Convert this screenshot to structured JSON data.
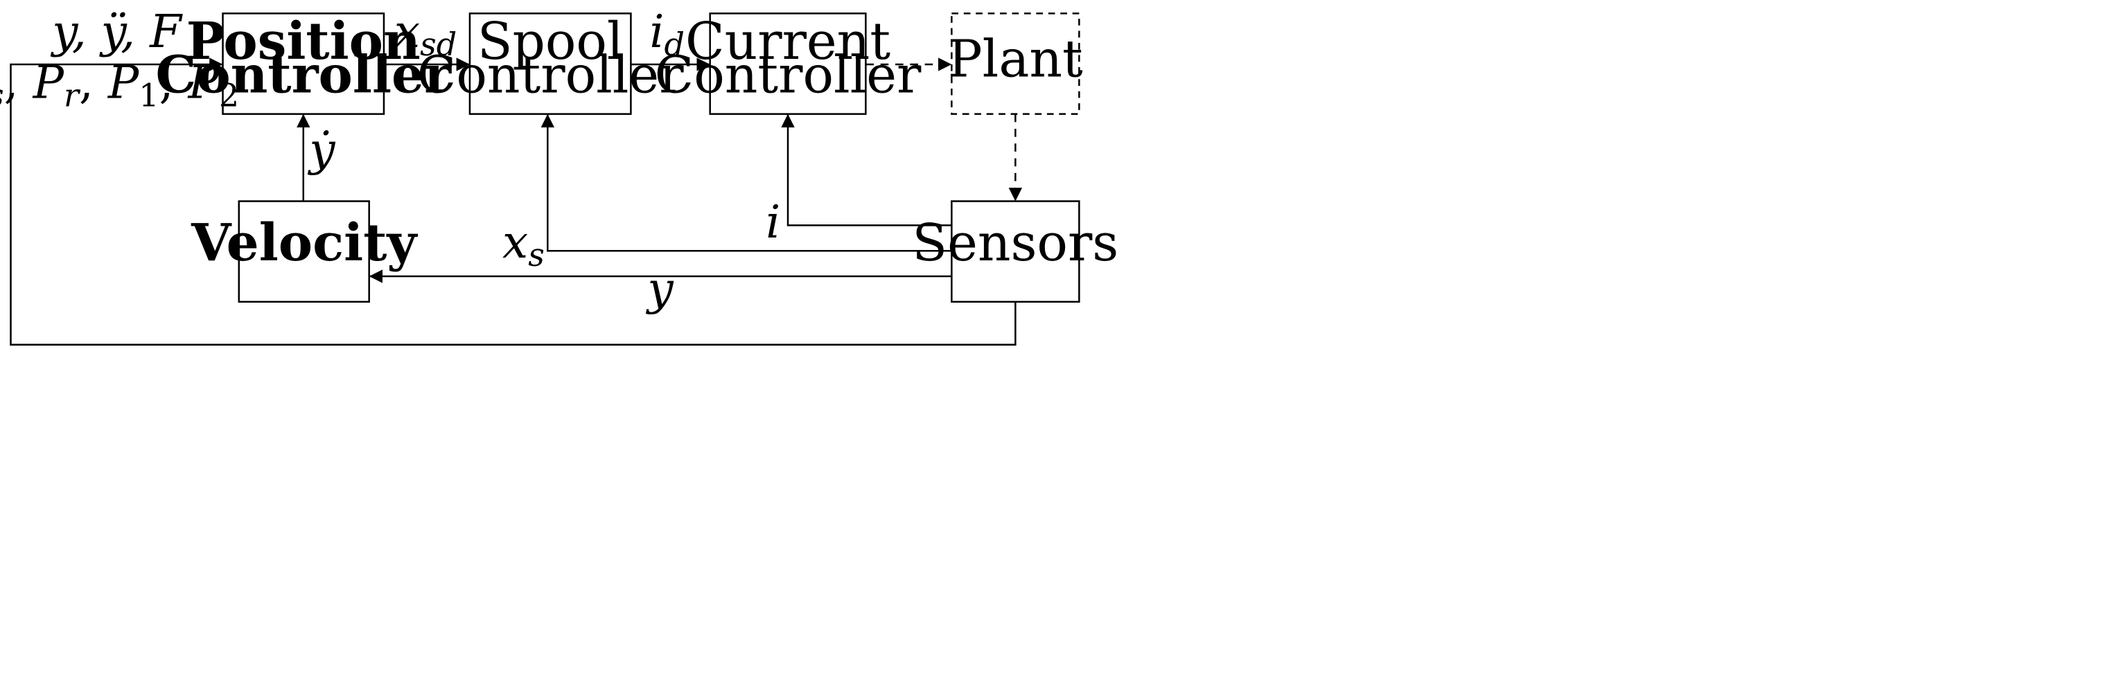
{
  "diagram": {
    "blocks": {
      "position_controller": {
        "line1": "Position",
        "line2": "Controller"
      },
      "spool_controller": {
        "line1": "Spool",
        "line2": "Controller"
      },
      "current_controller": {
        "line1": "Current",
        "line2": "Controller"
      },
      "plant": {
        "label": "Plant"
      },
      "velocity": {
        "label": "Velocity"
      },
      "sensors": {
        "label": "Sensors"
      }
    },
    "signals": {
      "position_inputs_top": "y, ÿ, F",
      "pressures": {
        "ps": {
          "base": "P",
          "sub": "s"
        },
        "pr": {
          "base": "P",
          "sub": "r"
        },
        "p1": {
          "base": "P",
          "sub": "1"
        },
        "p2": {
          "base": "P",
          "sub": "2"
        },
        "sep": ", "
      },
      "xsd": {
        "base": "x",
        "sub": "sd"
      },
      "id": {
        "base": "i",
        "sub": "d"
      },
      "ydot": "ẏ",
      "i_feedback": "i",
      "xs": {
        "base": "x",
        "sub": "s"
      },
      "y_feedback": "y"
    }
  }
}
